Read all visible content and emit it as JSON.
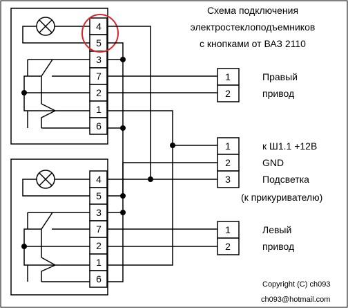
{
  "title": {
    "line1": "Схема подключения",
    "line2": "электростеклоподъемников",
    "line3": "с кнопками от ВАЗ 2110"
  },
  "upper_switch": {
    "pins": [
      "4",
      "5",
      "3",
      "7",
      "2",
      "1",
      "6"
    ]
  },
  "lower_switch": {
    "pins": [
      "4",
      "5",
      "3",
      "7",
      "2",
      "1",
      "6"
    ]
  },
  "right_drive": {
    "pins": [
      "1",
      "2"
    ],
    "label_line1": "Правый",
    "label_line2": "привод"
  },
  "power_block": {
    "pins": [
      "1",
      "2",
      "3"
    ],
    "label_pin1": "к Ш1.1  +12В",
    "label_pin2": "GND",
    "label_pin3": "Подсветка",
    "label_note": "(к прикуривателю)"
  },
  "left_drive": {
    "pins": [
      "1",
      "2"
    ],
    "label_line1": "Левый",
    "label_line2": "привод"
  },
  "copyright": {
    "line1": "Copyright (C) ch093",
    "line2": "ch093@hotmail.com"
  },
  "colors": {
    "highlight": "#d9262b",
    "ink": "#000000",
    "background": "#ffffff"
  },
  "icons": [
    "lamp-icon",
    "switch-contact-icon",
    "junction-dot-icon"
  ]
}
